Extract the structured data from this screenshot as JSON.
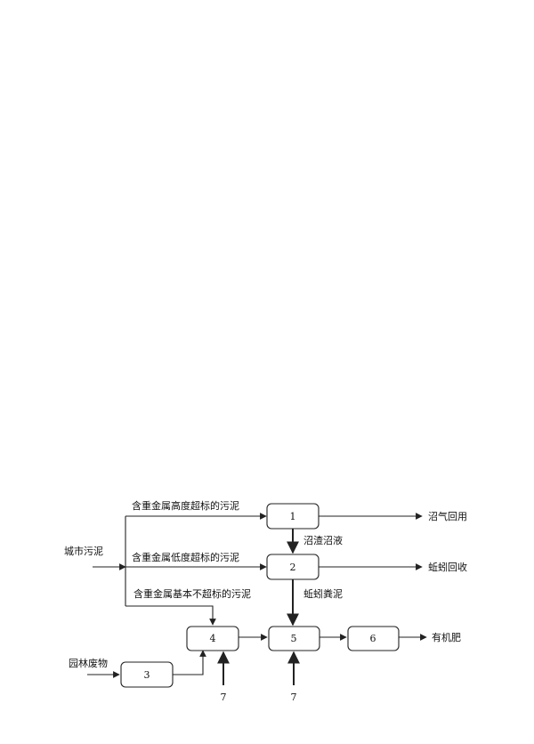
{
  "diagram": {
    "inputs": {
      "city_sludge": "城市污泥",
      "garden_waste": "园林废物"
    },
    "branches": {
      "high": "含重金属高度超标的污泥",
      "low": "含重金属低度超标的污泥",
      "basic": "含重金属基本不超标的污泥"
    },
    "nodes": {
      "n1": "1",
      "n2": "2",
      "n3": "3",
      "n4": "4",
      "n5": "5",
      "n6": "6"
    },
    "flows": {
      "digestate": "沼渣沼液",
      "worm_manure": "蚯蚓粪泥"
    },
    "outputs": {
      "biogas": "沼气回用",
      "earthworm": "蚯蚓回收",
      "fertilizer": "有机肥"
    },
    "additives": {
      "a4": "7",
      "a5": "7"
    }
  }
}
